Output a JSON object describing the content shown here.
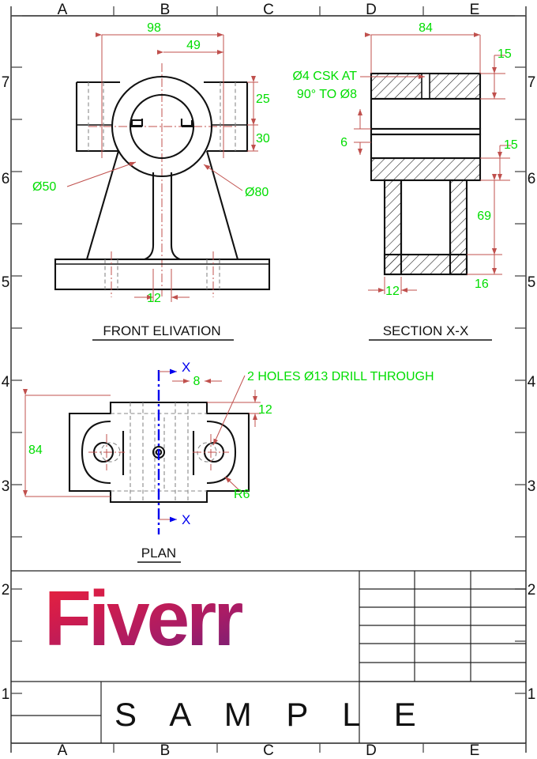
{
  "sheet": {
    "columns": [
      "A",
      "B",
      "C",
      "D",
      "E"
    ],
    "rows": [
      "7",
      "6",
      "5",
      "4",
      "3",
      "2",
      "1"
    ]
  },
  "views": {
    "front": {
      "title": "FRONT ELIVATION",
      "dims": {
        "width_overall": "98",
        "half_width": "49",
        "upper_block": "25",
        "lower_block": "30",
        "bore_small": "Ø50",
        "bore_large": "Ø80",
        "web_thickness": "12"
      }
    },
    "section": {
      "title": "SECTION  X-X",
      "dims": {
        "width": "84",
        "top_flange": "15",
        "rib_offset": "6",
        "mid_flange": "15",
        "height": "69",
        "base": "16",
        "wall": "12",
        "csk_note_line1": "Ø4 CSK AT",
        "csk_note_line2": "90° TO Ø8"
      }
    },
    "plan": {
      "title": "PLAN",
      "dims": {
        "length": "84",
        "slot_width": "8",
        "edge": "12",
        "radius": "R6",
        "holes_note": "2 HOLES Ø13 DRILL THROUGH",
        "section_mark": "X"
      }
    }
  },
  "title_block": {
    "logo_text": "Fiverr",
    "sample_text": "S A M P L E",
    "grid_rows": 6,
    "grid_cols": 3
  },
  "colors": {
    "dimension_text": "#00dd00",
    "dimension_line": "#c0504d",
    "object_line": "#111111",
    "hidden_line": "#8a8a8a",
    "section_line_blue": "#0000ee",
    "logo_start": "#e8243c",
    "logo_end": "#5b2080"
  }
}
